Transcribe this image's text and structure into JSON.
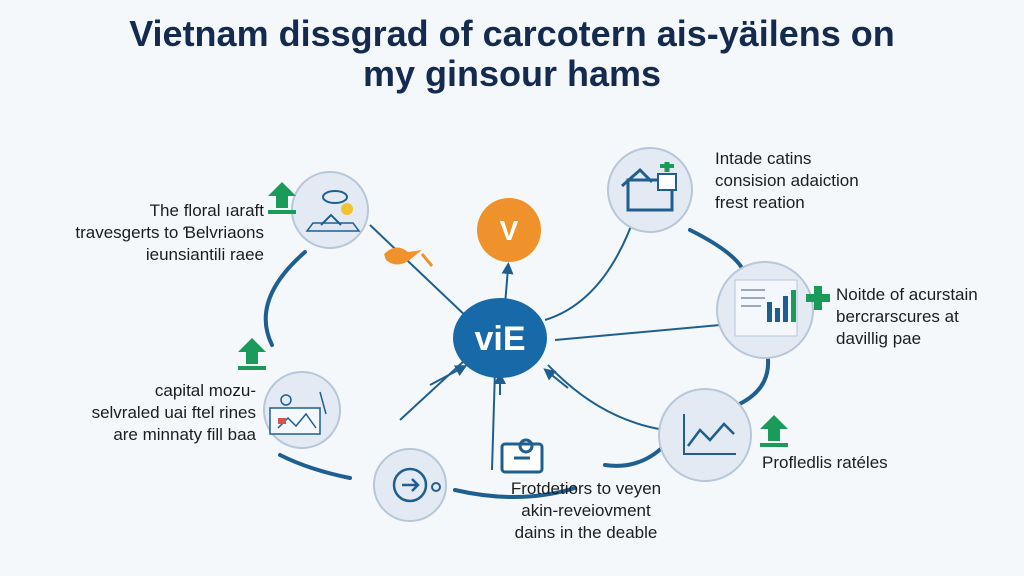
{
  "title": {
    "line1": "Vietnam dissgrad of carcotern ais-yäilens on",
    "line2": "my ginsour hams"
  },
  "hub": {
    "label": "viE"
  },
  "top_badge": {
    "label": "V"
  },
  "nodes": {
    "top_left": {
      "lines": [
        "The floral ıaraft",
        "travesgerts to Ɓelvriaons",
        "ieunsiantili raee"
      ]
    },
    "mid_left": {
      "lines": [
        "capital mozu-",
        "selvraled uai ftel rines",
        "are minnaty fill baa"
      ]
    },
    "bottom_center": {
      "lines": [
        "Frotdetiors to veyen",
        "akin-reveiovment",
        "dains in the deable"
      ]
    },
    "top_right": {
      "lines": [
        "Intade catins",
        "consision adaiction",
        "frest reation"
      ]
    },
    "mid_right": {
      "lines": [
        "Noitde of acurstain",
        "bercrarscures at",
        "davillig pae"
      ]
    },
    "bottom_right": {
      "lines": [
        "Profledlis ratéles"
      ]
    }
  },
  "colors": {
    "title": "#142a4e",
    "hub": "#1769a7",
    "badge": "#f0922c",
    "connector": "#1f5f8f",
    "node_fill": "#e3eaf3",
    "accent_green": "#1a9b5a"
  },
  "icons": {
    "top_left": "sun-lamp-icon",
    "mid_left": "landscape-icon",
    "bottom_left": "circular-arrow-icon",
    "top_right": "house-monitor-icon",
    "mid_right": "document-chart-icon",
    "bottom_right": "line-chart-icon"
  }
}
